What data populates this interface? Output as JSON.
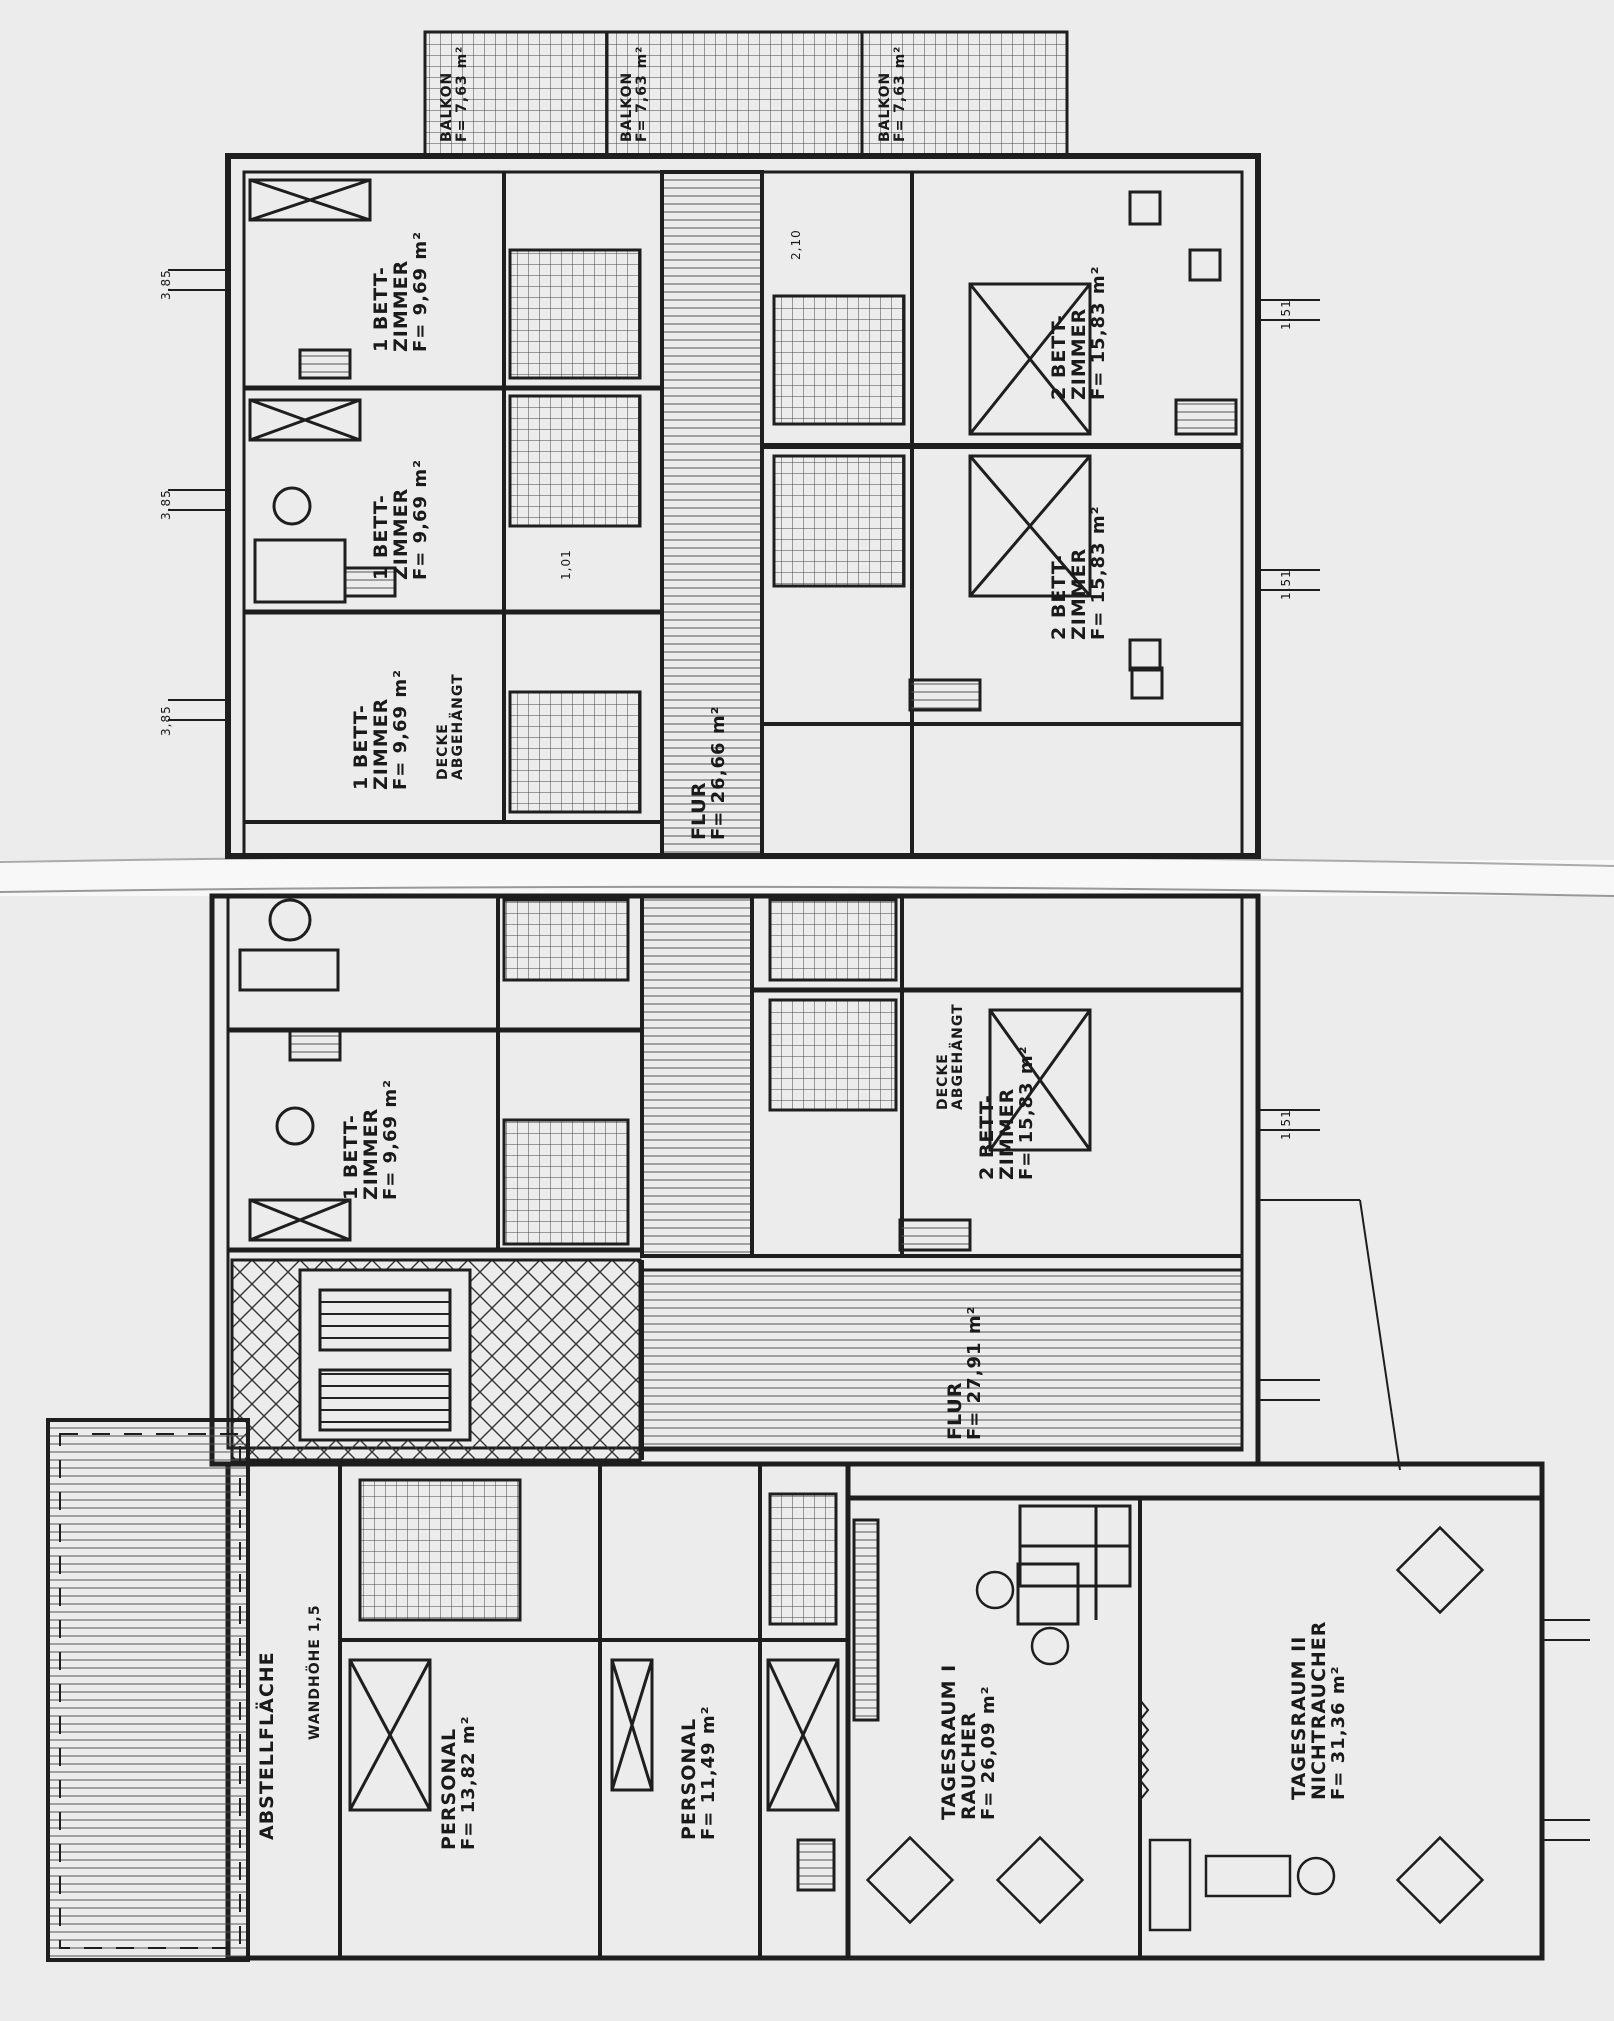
{
  "labels": {
    "balcony_a": "BALKON",
    "balcony_a_area": "F= 7,63 m²",
    "balcony_b": "BALKON",
    "balcony_b_area": "F= 7,63 m²",
    "balcony_c": "BALKON",
    "balcony_c_area": "F= 7,63 m²",
    "room_1bed_name": "1 BETT-",
    "room_1bed_name2": "ZIMMER",
    "room_1bed_area": "F= 9,69 m²",
    "room_1bed_decke": "DECKE",
    "room_1bed_decke2": "ABGEHÄNGT",
    "room_2bed_name": "2 BETT-",
    "room_2bed_name2": "ZIMMER",
    "room_2bed_area": "F= 15,83 m²",
    "flur_upper": "FLUR",
    "flur_upper_area": "F= 26,66 m²",
    "flur_lower": "FLUR",
    "flur_lower_area": "F= 27,91 m²",
    "tagesraum1_name": "TAGESRAUM I",
    "tagesraum1_sub": "RAUCHER",
    "tagesraum1_area": "F= 26,09 m²",
    "tagesraum2_name": "TAGESRAUM II",
    "tagesraum2_sub": "NICHTRAUCHER",
    "tagesraum2_area": "F= 31,36 m²",
    "personal1": "PERSONAL",
    "personal1_area": "F= 13,82 m²",
    "personal2": "PERSONAL",
    "personal2_area": "F= 11,49 m²",
    "abstell": "ABSTELLFLÄCHE",
    "wand": "WANDHÖHE 1,5",
    "dim_a": "3,85",
    "dim_b": "1,51",
    "dim_c": "1,01",
    "dim_d": "2,10"
  }
}
